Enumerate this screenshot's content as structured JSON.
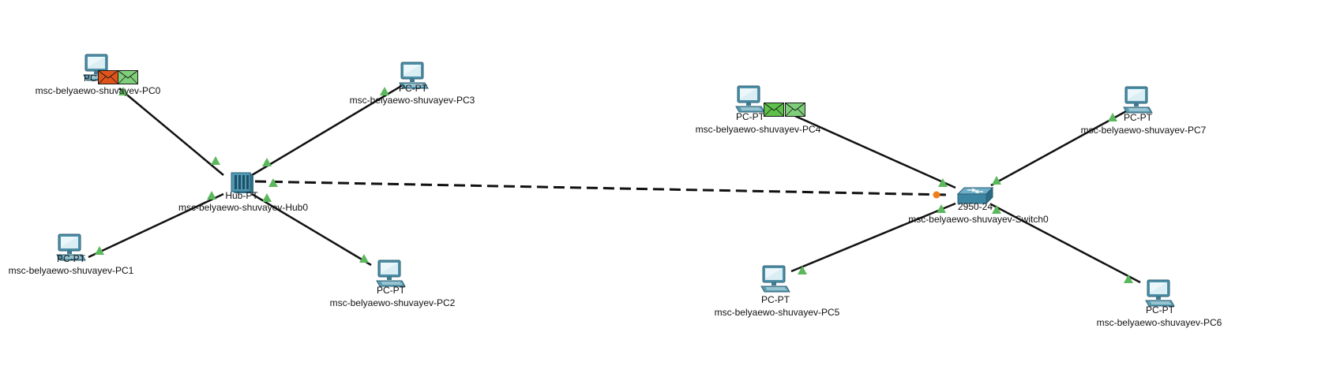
{
  "colors": {
    "link": "#111111",
    "port_up": "#5cb85c",
    "port_down": "#f07d1a",
    "pc_body": "#4c8fa8",
    "pdu_red": "#e0541c",
    "pdu_green": "#5ec24a",
    "pdu_green_light": "#7fcf7a"
  },
  "devices": [
    {
      "id": "pc0",
      "kind": "pc",
      "type_label": "PC-PT",
      "name": "msc-belyaewo-shuvayev-PC0"
    },
    {
      "id": "pc1",
      "kind": "pc",
      "type_label": "PC-PT",
      "name": "msc-belyaewo-shuvayev-PC1"
    },
    {
      "id": "pc2",
      "kind": "pc",
      "type_label": "PC-PT",
      "name": "msc-belyaewo-shuvayev-PC2"
    },
    {
      "id": "pc3",
      "kind": "pc",
      "type_label": "PC-PT",
      "name": "msc-belyaewo-shuvayev-PC3"
    },
    {
      "id": "hub0",
      "kind": "hub",
      "type_label": "Hub-PT",
      "name": "msc-belyaewo-shuvayev-Hub0"
    },
    {
      "id": "pc4",
      "kind": "pc",
      "type_label": "PC-PT",
      "name": "msc-belyaewo-shuvayev-PC4"
    },
    {
      "id": "pc5",
      "kind": "pc",
      "type_label": "PC-PT",
      "name": "msc-belyaewo-shuvayev-PC5"
    },
    {
      "id": "pc6",
      "kind": "pc",
      "type_label": "PC-PT",
      "name": "msc-belyaewo-shuvayev-PC6"
    },
    {
      "id": "pc7",
      "kind": "pc",
      "type_label": "PC-PT",
      "name": "msc-belyaewo-shuvayev-PC7"
    },
    {
      "id": "switch0",
      "kind": "switch",
      "type_label": "2950-24",
      "name": "msc-belyaewo-shuvayev-Switch0"
    }
  ],
  "links": [
    {
      "from": "pc0",
      "to": "hub0",
      "style": "solid",
      "from_state": "up",
      "to_state": "up"
    },
    {
      "from": "pc3",
      "to": "hub0",
      "style": "solid",
      "from_state": "up",
      "to_state": "up"
    },
    {
      "from": "pc1",
      "to": "hub0",
      "style": "solid",
      "from_state": "up",
      "to_state": "up"
    },
    {
      "from": "pc2",
      "to": "hub0",
      "style": "solid",
      "from_state": "up",
      "to_state": "up"
    },
    {
      "from": "hub0",
      "to": "switch0",
      "style": "dashed",
      "from_state": "up",
      "to_state": "down"
    },
    {
      "from": "pc4",
      "to": "switch0",
      "style": "solid",
      "from_state": "none",
      "to_state": "up"
    },
    {
      "from": "pc7",
      "to": "switch0",
      "style": "solid",
      "from_state": "up",
      "to_state": "up"
    },
    {
      "from": "pc5",
      "to": "switch0",
      "style": "solid",
      "from_state": "up",
      "to_state": "up"
    },
    {
      "from": "pc6",
      "to": "switch0",
      "style": "solid",
      "from_state": "up",
      "to_state": "up"
    }
  ],
  "pdus": [
    {
      "device": "pc0",
      "color": "pdu_red"
    },
    {
      "device": "pc0",
      "color": "pdu_green_light"
    },
    {
      "device": "pc4",
      "color": "pdu_green"
    },
    {
      "device": "pc4",
      "color": "pdu_green_light"
    }
  ]
}
